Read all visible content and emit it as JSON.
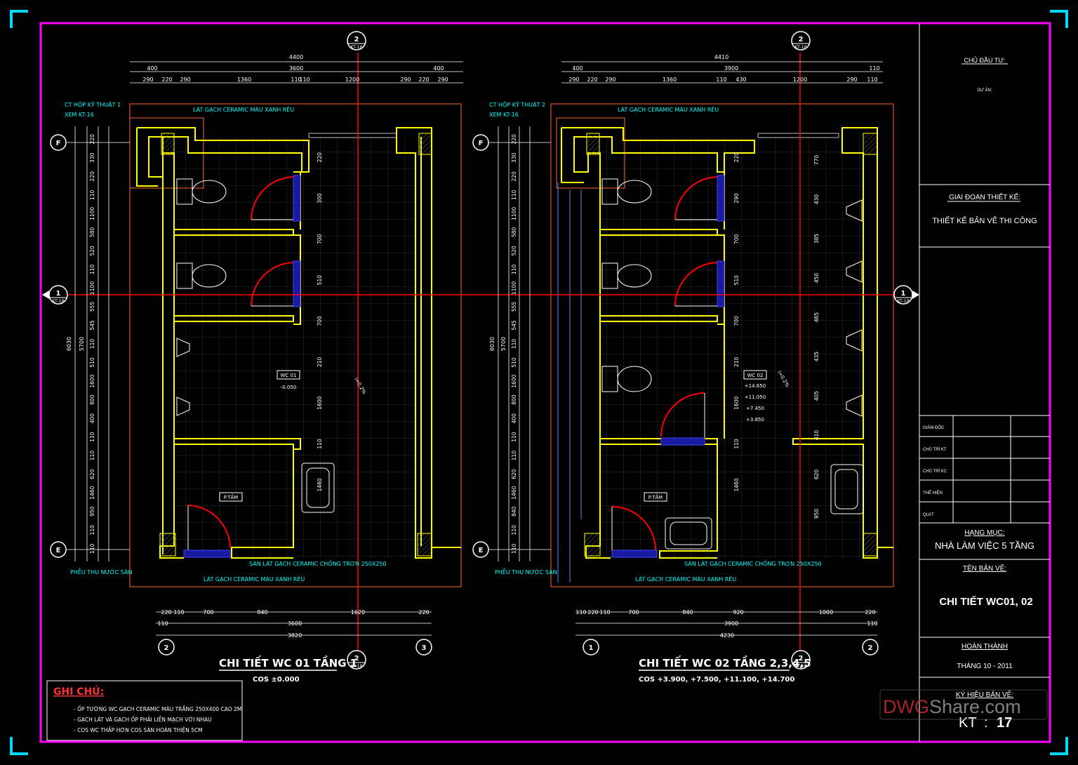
{
  "colors": {
    "background": "#000000",
    "frame": "#ff00ff",
    "corner": "#00d8ff",
    "wall": "#ffff00",
    "dimension": "#ffffff",
    "annotation": "#00ffff",
    "axis": "#ff0000",
    "door": "#ff0000",
    "glass": "#3030ff",
    "tile": "#30303a",
    "title_red": "#ff3333"
  },
  "plan1": {
    "top_total": "4400",
    "top_sub": [
      "400",
      "3600",
      "400"
    ],
    "top_detail": [
      "290",
      "220",
      "290",
      "1360",
      "110",
      "110",
      "1200",
      "290",
      "220",
      "290"
    ],
    "left_total": "6030",
    "left_sub": "5700",
    "left_dims": [
      "220",
      "330",
      "220",
      "110",
      "1100",
      "580",
      "520",
      "110",
      "1100",
      "555",
      "545",
      "110",
      "510",
      "1600",
      "800",
      "400",
      "110",
      "110",
      "620",
      "1460",
      "950",
      "110",
      "110"
    ],
    "inner_dims": [
      "220",
      "300",
      "700",
      "510",
      "700",
      "210",
      "1600",
      "110",
      "1460"
    ],
    "bottom_detail": [
      "220",
      "110",
      "700",
      "840",
      "1620",
      "220",
      "110"
    ],
    "bottom_sub": "3600",
    "bottom_total": "3820",
    "note_box1": "CT HỘP KỸ THUẬT 1",
    "note_box1_ref": "XEM KT-16",
    "note_top_tile": "LÁT GẠCH CERAMIC MÀU XANH RÊU",
    "room_tag": "WC 01",
    "room_level": "-0.050",
    "slope": "i=0.2%",
    "shower_tag": "P.TẮM",
    "note_drain": "PHỄU THU NƯỚC SÀN",
    "note_floor": "SÀN LÁT GẠCH CERAMIC CHỐNG TRƠN 250X250",
    "note_bottom_tile": "LÁT GẠCH CERAMIC MÀU XANH RÊU",
    "title": "CHI TIẾT WC 01 TẦNG 1",
    "subtitle": "COS ±0.000",
    "axis_left": "2",
    "axis_right": "3"
  },
  "plan2": {
    "top_total": "4410",
    "top_sub": [
      "400",
      "3900",
      "110"
    ],
    "top_detail": [
      "290",
      "220",
      "290",
      "1360",
      "110",
      "430",
      "1200",
      "290",
      "110"
    ],
    "left_total": "6030",
    "left_sub": "5700",
    "left_dims": [
      "220",
      "330",
      "220",
      "110",
      "1100",
      "580",
      "520",
      "110",
      "1100",
      "555",
      "545",
      "110",
      "510",
      "1600",
      "800",
      "400",
      "110",
      "110",
      "620",
      "1460",
      "840",
      "110",
      "110"
    ],
    "inner_dims": [
      "220",
      "290",
      "700",
      "510",
      "700",
      "210",
      "1600",
      "110",
      "1460"
    ],
    "right_dims": [
      "770",
      "430",
      "385",
      "450",
      "465",
      "435",
      "405",
      "410",
      "620",
      "950"
    ],
    "bottom_detail": [
      "110",
      "220",
      "110",
      "700",
      "840",
      "920",
      "1000",
      "220",
      "110"
    ],
    "bottom_sub": "3900",
    "bottom_total": "4230",
    "note_box2": "CT HỘP KỸ THUẬT 2",
    "note_box2_ref": "XEM KT-16",
    "note_top_tile": "LÁT GẠCH CERAMIC MÀU XANH RÊU",
    "room_tag": "WC 02",
    "room_levels": [
      "+14.650",
      "+11.050",
      "+7.450",
      "+3.850"
    ],
    "slope": "i=0.2%",
    "shower_tag": "P.TẮM",
    "note_drain": "PHỄU THU NƯỚC SÀN",
    "note_floor": "SÀN LÁT GẠCH CERAMIC CHỐNG TRƠN 250X250",
    "note_bottom_tile": "LÁT GẠCH CERAMIC MÀU XANH RÊU",
    "title": "CHI TIẾT WC  02 TẦNG 2,3,4,5",
    "subtitle": "COS +3.900, +7.500, +11.100, +14.700",
    "axis_left": "1",
    "axis_right": "2"
  },
  "axes": {
    "grid_F": "F",
    "grid_E": "E",
    "sec1_num": "1",
    "sec1_ref": "KT-18",
    "sec2_num": "2",
    "sec2_ref": "KT-18",
    "sec2_top_ref": "KT-16"
  },
  "notes": {
    "heading": "GHI CHÚ:",
    "items": [
      "- ỐP TƯỜNG WC GẠCH CERAMIC MÀU TRẮNG 250X400 CAO 2M",
      "- GẠCH LÁT VÀ GẠCH ỐP PHẢI LIỀN MẠCH VỚI NHAU",
      "- COS WC THẤP HƠN COS SÀN HOÀN THIỆN 5CM"
    ]
  },
  "title_block": {
    "owner_label": "CHỦ ĐẦU TƯ:",
    "project_label": "DỰ ÁN:",
    "phase_label": "GIAI ĐOẠN THIẾT KẾ:",
    "phase_value": "THIẾT KẾ BẢN VẼ THI CÔNG",
    "sign_rows": [
      "GIÁM ĐỐC",
      "CHỦ TRÌ KT",
      "CHỦ TRÌ KC",
      "THỂ HIỆN",
      "QLKT"
    ],
    "category_label": "HẠNG MỤC:",
    "category_value": "NHÀ LÀM VIỆC 5 TẦNG",
    "drawing_name_label": "TÊN BẢN VẼ:",
    "drawing_name_value": "CHI TIẾT WC01, 02",
    "complete_label": "HOÀN THÀNH",
    "complete_value": "THÁNG 10 - 2011",
    "sheet_label": "KÝ HIỆU BẢN VẼ:",
    "sheet_prefix": "KT",
    "sheet_sep": ":",
    "sheet_number": "17"
  },
  "watermark": {
    "part1": "DWG",
    "part2": "Share",
    "part3": ".com"
  }
}
